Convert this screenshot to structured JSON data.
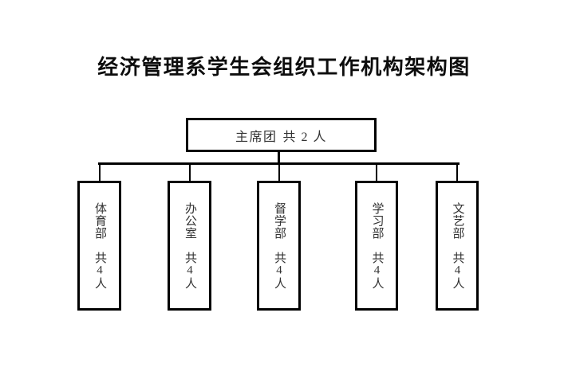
{
  "title": "经济管理系学生会组织工作机构架构图",
  "colors": {
    "background": "#ffffff",
    "line": "#000000",
    "title_text": "#0d0d0d",
    "box_text": "#333333"
  },
  "org": {
    "root": {
      "name": "主席团",
      "count_label": "共 2 人"
    },
    "departments": [
      {
        "name": "体育部",
        "count_label": "共4人"
      },
      {
        "name": "办公室",
        "count_label": "共4人"
      },
      {
        "name": "督学部",
        "count_label": "共4人"
      },
      {
        "name": "学习部",
        "count_label": "共4人"
      },
      {
        "name": "文艺部",
        "count_label": "共4人"
      }
    ]
  }
}
